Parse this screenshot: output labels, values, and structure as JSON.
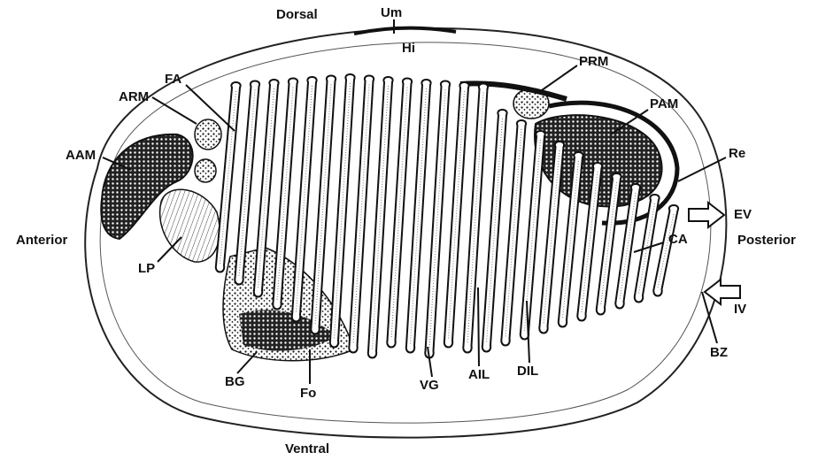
{
  "orientation": {
    "dorsal": "Dorsal",
    "ventral": "Ventral",
    "anterior": "Anterior",
    "posterior": "Posterior"
  },
  "labels": {
    "um": "Um",
    "hi": "Hi",
    "prm": "PRM",
    "pam": "PAM",
    "re": "Re",
    "ev": "EV",
    "ca": "CA",
    "iv": "IV",
    "bz": "BZ",
    "dil": "DIL",
    "ail": "AIL",
    "vg": "VG",
    "fo": "Fo",
    "bg": "BG",
    "lp": "LP",
    "aam": "AAM",
    "arm": "ARM",
    "fa": "FA"
  },
  "colors": {
    "ink": "#111111",
    "background": "#ffffff",
    "shell_outline": "#222222"
  }
}
